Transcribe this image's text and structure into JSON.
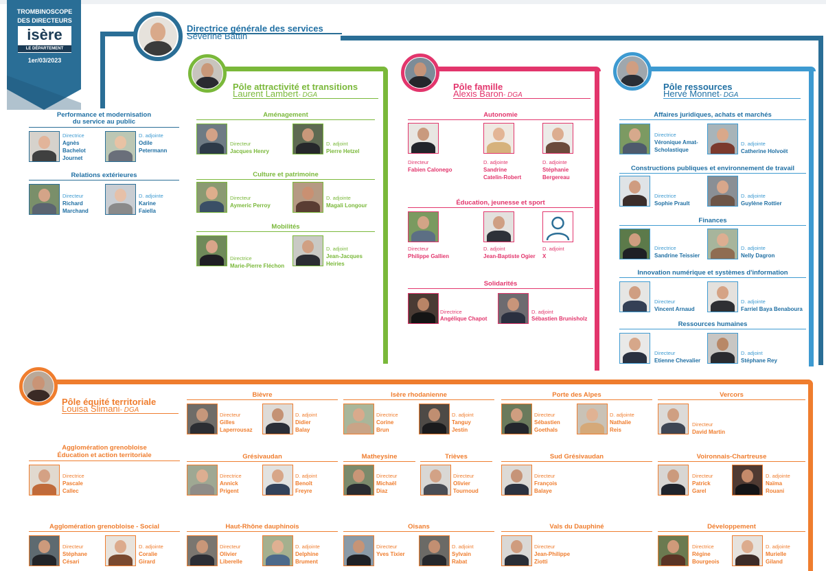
{
  "colors": {
    "blue_dark": "#2a6e96",
    "blue_light": "#3d9ad1",
    "green": "#7ab83a",
    "pink": "#e2356c",
    "orange": "#ef7d2e",
    "title_blue": "#1f6fa3",
    "tag_bg": "#2a6e96"
  },
  "tag": {
    "l1": "TROMBINOSCOPE",
    "l2": "DES DIRECTEURS",
    "logo": "isère",
    "logo_sub": "LE DÉPARTEMENT",
    "date": "1er/03/2023"
  },
  "dgs": {
    "title": "Directrice générale des services",
    "name": "Séverine Battin",
    "icon": "person-photo"
  },
  "left": {
    "sec1": {
      "title1": "Performance et modernisation",
      "title2": "du service au public",
      "p1": {
        "role": "Directrice",
        "n1": "Agnès",
        "n2": "Bachelot",
        "n3": "Journet"
      },
      "p2": {
        "role": "D. adjointe",
        "n1": "Odile",
        "n2": "Petermann"
      }
    },
    "sec2": {
      "title": "Relations extérieures",
      "p1": {
        "role": "Directeur",
        "n1": "Richard",
        "n2": "Marchand"
      },
      "p2": {
        "role": "D. adjointe",
        "n1": "Karine",
        "n2": "Faiella"
      }
    }
  },
  "pole_attr": {
    "title": "Pôle attractivité et transitions",
    "name": "Laurent Lambert",
    "dga": "- DGA",
    "s1": {
      "title": "Aménagement",
      "p1": {
        "role": "Directeur",
        "n1": "Jacques Henry"
      },
      "p2": {
        "role": "D. adjoint",
        "n1": "Pierre Hetzel"
      }
    },
    "s2": {
      "title": "Culture et patrimoine",
      "p1": {
        "role": "Directeur",
        "n1": "Aymeric Perroy"
      },
      "p2": {
        "role": "D. adjointe",
        "n1": "Magali Longour"
      }
    },
    "s3": {
      "title": "Mobilités",
      "p1": {
        "role": "Directrice",
        "n1": "Marie-Pierre Fléchon"
      },
      "p2": {
        "role": "D. adjoint",
        "n1": "Jean-Jacques",
        "n2": "Heiries"
      }
    }
  },
  "pole_fam": {
    "title": "Pôle famille",
    "name": "Alexis Baron",
    "dga": "- DGA",
    "s1": {
      "title": "Autonomie",
      "p1": {
        "role": "Directeur",
        "n1": "Fabien Calonego"
      },
      "p2": {
        "role": "D. adjointe",
        "n1": "Sandrine",
        "n2": "Catelin-Robert"
      },
      "p3": {
        "role": "D. adjointe",
        "n1": "Stéphanie",
        "n2": "Bergereau"
      }
    },
    "s2": {
      "title": "Éducation, jeunesse et sport",
      "p1": {
        "role": "Directeur",
        "n1": "Philippe Gallien"
      },
      "p2": {
        "role": "D. adjoint",
        "n1": "Jean-Baptiste Ogier"
      },
      "p3": {
        "role": "D. adjoint",
        "n1": "X"
      }
    },
    "s3": {
      "title": "Solidarités",
      "p1": {
        "role": "Directrice",
        "n1": "Angélique Chapot"
      },
      "p2": {
        "role": "D. adjoint",
        "n1": "Sébastien Brunisholz"
      }
    }
  },
  "pole_res": {
    "title": "Pôle ressources",
    "name": "Hervé Monnet",
    "dga": "- DGA",
    "s1": {
      "title": "Affaires juridiques, achats et marchés",
      "p1": {
        "role": "Directrice",
        "n1": "Véronique Amat-",
        "n2": "Scholastique"
      },
      "p2": {
        "role": "D. adjointe",
        "n1": "Catherine Holvoët"
      }
    },
    "s2": {
      "title": "Constructions publiques et environnement de travail",
      "p1": {
        "role": "Directrice",
        "n1": "Sophie Prault"
      },
      "p2": {
        "role": "D. adjointe",
        "n1": "Guylène Rottier"
      }
    },
    "s3": {
      "title": "Finances",
      "p1": {
        "role": "Directrice",
        "n1": "Sandrine Teissier"
      },
      "p2": {
        "role": "D. adjointe",
        "n1": "Nelly Dagron"
      }
    },
    "s4": {
      "title": "Innovation numérique et systèmes d'information",
      "p1": {
        "role": "Directeur",
        "n1": "Vincent Arnaud"
      },
      "p2": {
        "role": "D. adjointe",
        "n1": "Farriel Baya Benaboura"
      }
    },
    "s5": {
      "title": "Ressources humaines",
      "p1": {
        "role": "Directeur",
        "n1": "Etienne Chevalier"
      },
      "p2": {
        "role": "D. adjoint",
        "n1": "Stéphane Rey"
      }
    }
  },
  "pole_eq": {
    "title": "Pôle équité territoriale",
    "name": "Louisa Slimani",
    "dga": "- DGA",
    "agglo_edu": {
      "t1": "Agglomération grenobloise",
      "t2": "Éducation et action territoriale",
      "p1": {
        "role": "Directrice",
        "n1": "Pascale",
        "n2": "Callec"
      }
    },
    "agglo_soc": {
      "title": "Agglomération grenobloise - Social",
      "p1": {
        "role": "Directeur",
        "n1": "Stéphane",
        "n2": "Césari"
      },
      "p2": {
        "role": "D. adjointe",
        "n1": "Coralie",
        "n2": "Girard"
      }
    },
    "bievre": {
      "title": "Bièvre",
      "p1": {
        "role": "Directeur",
        "n1": "Gilles",
        "n2": "Laperrousaz"
      },
      "p2": {
        "role": "D. adjoint",
        "n1": "Didier",
        "n2": "Balay"
      }
    },
    "isere_rho": {
      "title": "Isère rhodanienne",
      "p1": {
        "role": "Directrice",
        "n1": "Corine",
        "n2": "Brun"
      },
      "p2": {
        "role": "D. adjoint",
        "n1": "Tanguy",
        "n2": "Jestin"
      }
    },
    "porte_alpes": {
      "title": "Porte des Alpes",
      "p1": {
        "role": "Directeur",
        "n1": "Sébastien",
        "n2": "Goethals"
      },
      "p2": {
        "role": "D. adjointe",
        "n1": "Nathalie",
        "n2": "Reis"
      }
    },
    "vercors": {
      "title": "Vercors",
      "p1": {
        "role": "Directeur",
        "n1": "David Martin"
      }
    },
    "gresivaudan": {
      "title": "Grésivaudan",
      "p1": {
        "role": "Directrice",
        "n1": "Annick",
        "n2": "Prigent"
      },
      "p2": {
        "role": "D. adjoint",
        "n1": "Benoît",
        "n2": "Freyre"
      }
    },
    "matheysine": {
      "title": "Matheysine",
      "p1": {
        "role": "Directeur",
        "n1": "Michaël",
        "n2": "Diaz"
      }
    },
    "trieves": {
      "title": "Trièves",
      "p1": {
        "role": "Directeur",
        "n1": "Olivier",
        "n2": "Tournoud"
      }
    },
    "sud_gres": {
      "title": "Sud Grésivaudan",
      "p1": {
        "role": "Directeur",
        "n1": "François",
        "n2": "Balaye"
      }
    },
    "voironnais": {
      "title": "Voironnais-Chartreuse",
      "p1": {
        "role": "Directeur",
        "n1": "Patrick",
        "n2": "Garel"
      },
      "p2": {
        "role": "D. adjointe",
        "n1": "Naïma",
        "n2": "Rouani"
      }
    },
    "haut_rhone": {
      "title": "Haut-Rhône dauphinois",
      "p1": {
        "role": "Directeur",
        "n1": "Olivier",
        "n2": "Liberelle"
      },
      "p2": {
        "role": "D. adjointe",
        "n1": "Delphine",
        "n2": "Brument"
      }
    },
    "oisans": {
      "title": "Oisans",
      "p1": {
        "role": "Directeur",
        "n1": "Yves Tixier"
      },
      "p2": {
        "role": "D. adjoint",
        "n1": "Sylvain",
        "n2": "Rabat"
      }
    },
    "vals": {
      "title": "Vals du Dauphiné",
      "p1": {
        "role": "Directeur",
        "n1": "Jean-Philippe",
        "n2": "Ziotti"
      }
    },
    "dev": {
      "title": "Développement",
      "p1": {
        "role": "Directrice",
        "n1": "Régine",
        "n2": "Bourgeois"
      },
      "p2": {
        "role": "D. adjointe",
        "n1": "Murielle",
        "n2": "Giland"
      }
    }
  }
}
